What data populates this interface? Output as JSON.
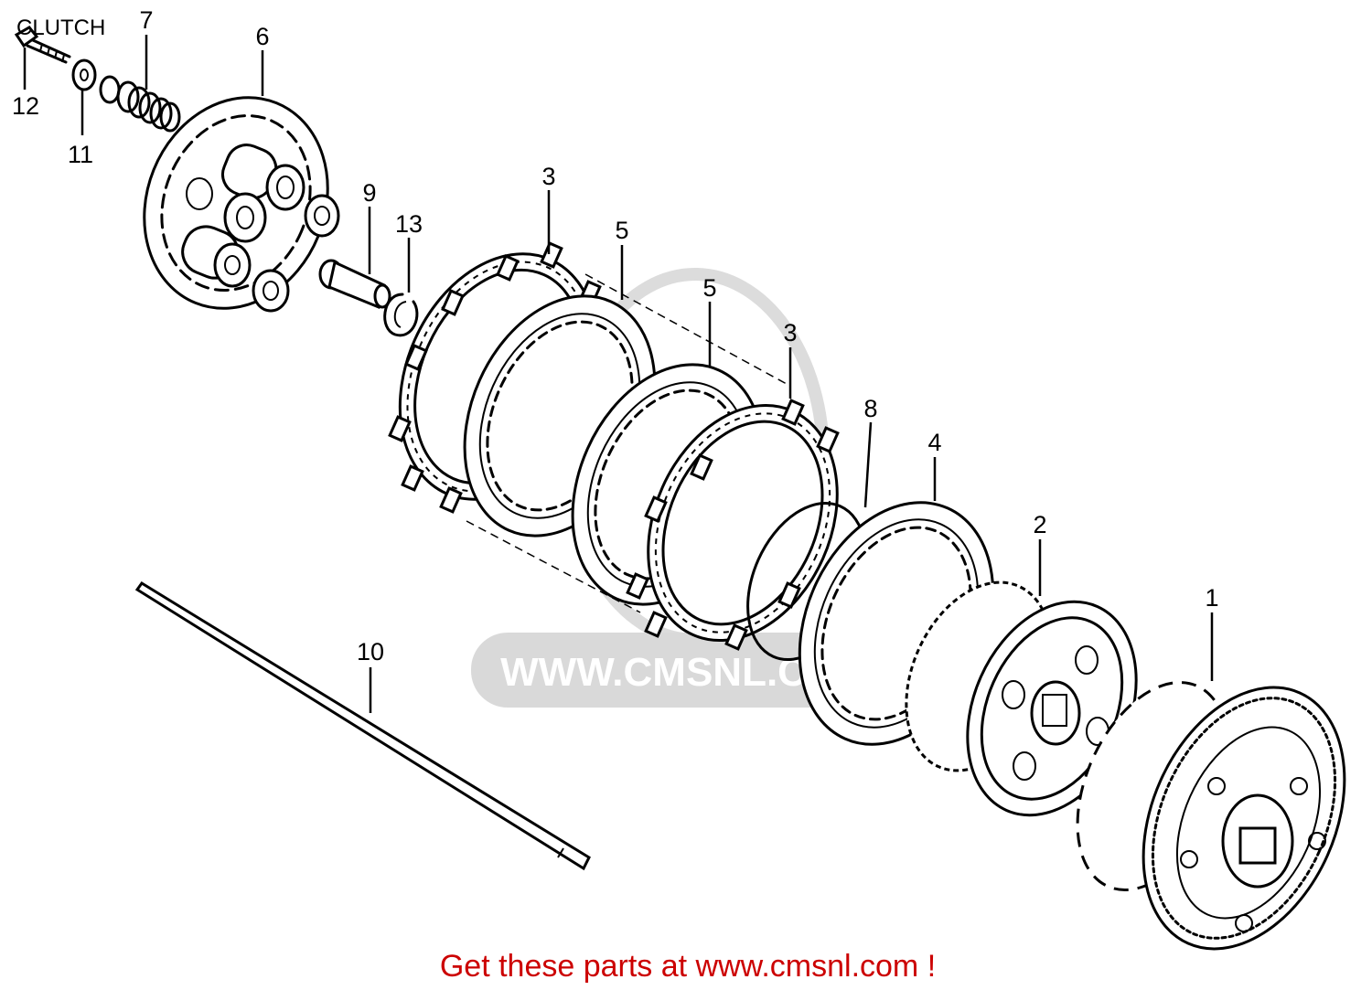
{
  "diagram": {
    "title": "CLUTCH",
    "watermark": "WWW.CMSNL.COM",
    "footer": "Get these parts at www.cmsnl.com !",
    "footer_color": "#cc0000",
    "watermark_color": "#d9d9d9",
    "callouts": [
      {
        "id": "c1",
        "label": "1",
        "part": "outer-clutch-housing"
      },
      {
        "id": "c2",
        "label": "2",
        "part": "clutch-center"
      },
      {
        "id": "c3a",
        "label": "3",
        "part": "friction-disk"
      },
      {
        "id": "c3b",
        "label": "3",
        "part": "friction-disk"
      },
      {
        "id": "c4",
        "label": "4",
        "part": "clutch-plate"
      },
      {
        "id": "c5a",
        "label": "5",
        "part": "clutch-plate"
      },
      {
        "id": "c5b",
        "label": "5",
        "part": "clutch-plate"
      },
      {
        "id": "c6",
        "label": "6",
        "part": "pressure-plate"
      },
      {
        "id": "c7",
        "label": "7",
        "part": "clutch-spring"
      },
      {
        "id": "c8",
        "label": "8",
        "part": "snap-ring"
      },
      {
        "id": "c9",
        "label": "9",
        "part": "lifter-piece"
      },
      {
        "id": "c10",
        "label": "10",
        "part": "lifter-rod"
      },
      {
        "id": "c11",
        "label": "11",
        "part": "washer"
      },
      {
        "id": "c12",
        "label": "12",
        "part": "bolt"
      },
      {
        "id": "c13",
        "label": "13",
        "part": "circlip"
      }
    ]
  }
}
